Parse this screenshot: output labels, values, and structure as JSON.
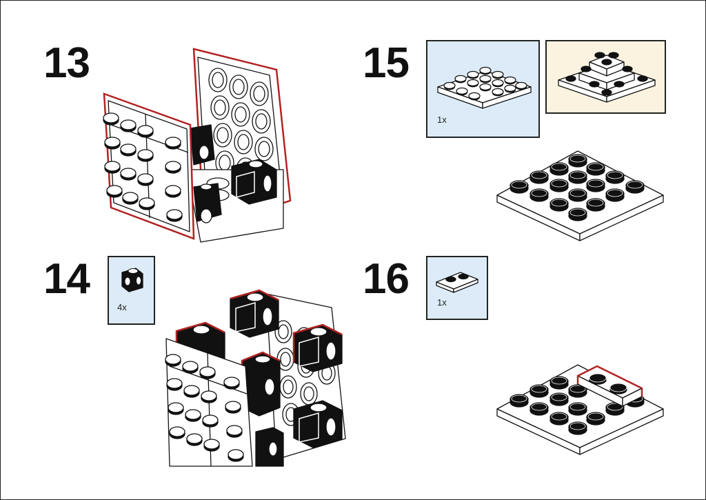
{
  "steps": [
    {
      "number": "13"
    },
    {
      "number": "14",
      "parts": [
        {
          "qty": "4x"
        }
      ]
    },
    {
      "number": "15",
      "parts": [
        {
          "qty": "1x"
        }
      ]
    },
    {
      "number": "16",
      "parts": [
        {
          "qty": "1x"
        }
      ]
    }
  ],
  "colors": {
    "callout_blue": "#dcebf7",
    "callout_cream": "#fbf3e0",
    "highlight_red": "#b22222",
    "brick_black": "#111111",
    "brick_white": "#ffffff"
  },
  "icons": [
    "plate-4x4-icon",
    "plate-1x2-icon",
    "brick-1x1-studs-side-icon",
    "sub-assembly-preview-icon"
  ]
}
